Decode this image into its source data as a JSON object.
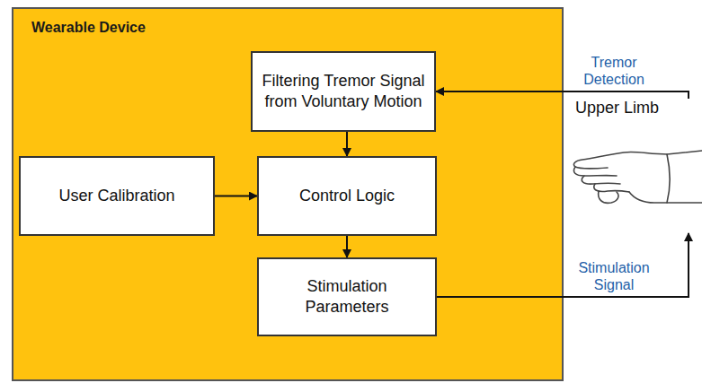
{
  "diagram": {
    "nodes": [
      {
        "text": [
          "Wearable Device"
        ]
      },
      {
        "text": [
          "Filtering Tremor Signal from Voluntary Motion"
        ],
        "in": 0
      },
      {
        "text": [
          "User Calibration"
        ],
        "in": 0
      },
      {
        "text": [
          "Control Logic"
        ],
        "in": 0
      },
      {
        "text": [
          "Stimulation Parameters"
        ],
        "in": 0
      },
      {
        "text": [
          "Upper Limb"
        ]
      }
    ],
    "edges": [
      {
        "from": 5,
        "to": 1,
        "label": "Tremor Detection",
        "arrow": "to"
      },
      {
        "from": 1,
        "to": 3,
        "arrow": "to"
      },
      {
        "from": 2,
        "to": 3,
        "arrow": "to"
      },
      {
        "from": 3,
        "to": 4,
        "arrow": "to"
      },
      {
        "from": 4,
        "to": 5,
        "label": "Stimulation Signal",
        "arrow": "to"
      }
    ]
  }
}
